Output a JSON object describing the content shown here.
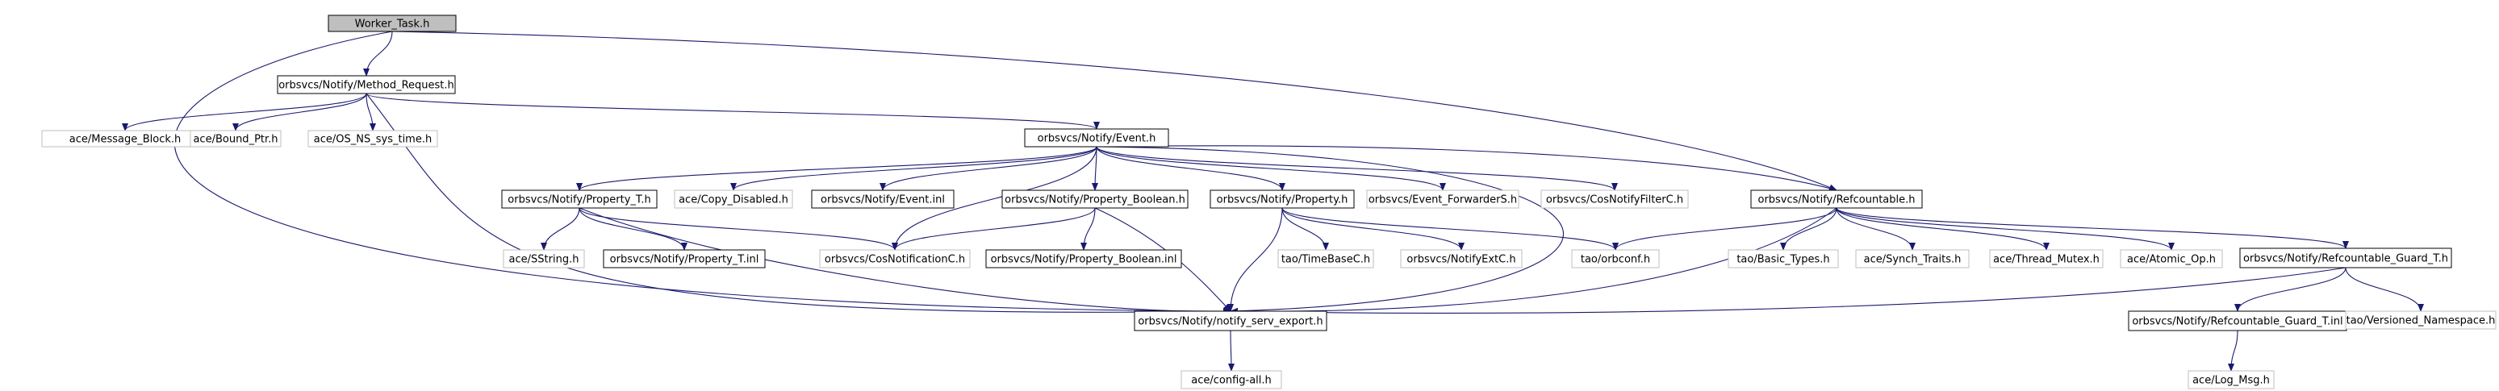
{
  "colors": {
    "edge": "#191970",
    "node_border": "#000000",
    "undocumented_border": "#bfbfbf",
    "root_fill": "#bfbfbf",
    "node_fill": "#ffffff"
  },
  "nodes": [
    {
      "id": "worker_task",
      "label": "Worker_Task.h",
      "style": "root"
    },
    {
      "id": "method_request",
      "label": "orbsvcs/Notify/Method_Request.h",
      "style": "documented"
    },
    {
      "id": "message_block",
      "label": "ace/Message_Block.h",
      "style": "external"
    },
    {
      "id": "bound_ptr",
      "label": "ace/Bound_Ptr.h",
      "style": "external"
    },
    {
      "id": "os_ns_sys_time",
      "label": "ace/OS_NS_sys_time.h",
      "style": "external"
    },
    {
      "id": "event",
      "label": "orbsvcs/Notify/Event.h",
      "style": "documented"
    },
    {
      "id": "property_t",
      "label": "orbsvcs/Notify/Property_T.h",
      "style": "documented"
    },
    {
      "id": "copy_disabled",
      "label": "ace/Copy_Disabled.h",
      "style": "external"
    },
    {
      "id": "event_inl",
      "label": "orbsvcs/Notify/Event.inl",
      "style": "documented"
    },
    {
      "id": "property_boolean",
      "label": "orbsvcs/Notify/Property_Boolean.h",
      "style": "documented"
    },
    {
      "id": "property",
      "label": "orbsvcs/Notify/Property.h",
      "style": "documented"
    },
    {
      "id": "event_forwarders",
      "label": "orbsvcs/Event_ForwarderS.h",
      "style": "external"
    },
    {
      "id": "cosnotifyfilterc",
      "label": "orbsvcs/CosNotifyFilterC.h",
      "style": "external"
    },
    {
      "id": "refcountable",
      "label": "orbsvcs/Notify/Refcountable.h",
      "style": "documented"
    },
    {
      "id": "sstring",
      "label": "ace/SString.h",
      "style": "external"
    },
    {
      "id": "property_t_inl",
      "label": "orbsvcs/Notify/Property_T.inl",
      "style": "documented"
    },
    {
      "id": "cosnotificationc",
      "label": "orbsvcs/CosNotificationC.h",
      "style": "external"
    },
    {
      "id": "property_boolean_inl",
      "label": "orbsvcs/Notify/Property_Boolean.inl",
      "style": "documented"
    },
    {
      "id": "timebasec",
      "label": "tao/TimeBaseC.h",
      "style": "external"
    },
    {
      "id": "notifyextc",
      "label": "orbsvcs/NotifyExtC.h",
      "style": "external"
    },
    {
      "id": "orbconf",
      "label": "tao/orbconf.h",
      "style": "external"
    },
    {
      "id": "basic_types",
      "label": "tao/Basic_Types.h",
      "style": "external"
    },
    {
      "id": "synch_traits",
      "label": "ace/Synch_Traits.h",
      "style": "external"
    },
    {
      "id": "thread_mutex",
      "label": "ace/Thread_Mutex.h",
      "style": "external"
    },
    {
      "id": "atomic_op",
      "label": "ace/Atomic_Op.h",
      "style": "external"
    },
    {
      "id": "refcountable_guard_t",
      "label": "orbsvcs/Notify/Refcountable_Guard_T.h",
      "style": "documented"
    },
    {
      "id": "notify_serv_export",
      "label": "orbsvcs/Notify/notify_serv_export.h",
      "style": "documented"
    },
    {
      "id": "refcountable_guard_t_inl",
      "label": "orbsvcs/Notify/Refcountable_Guard_T.inl",
      "style": "documented"
    },
    {
      "id": "versioned_namespace",
      "label": "tao/Versioned_Namespace.h",
      "style": "external"
    },
    {
      "id": "config_all",
      "label": "ace/config-all.h",
      "style": "external"
    },
    {
      "id": "log_msg",
      "label": "ace/Log_Msg.h",
      "style": "external"
    }
  ],
  "edges": [
    [
      "worker_task",
      "method_request"
    ],
    [
      "worker_task",
      "refcountable"
    ],
    [
      "worker_task",
      "notify_serv_export"
    ],
    [
      "method_request",
      "message_block"
    ],
    [
      "method_request",
      "bound_ptr"
    ],
    [
      "method_request",
      "os_ns_sys_time"
    ],
    [
      "method_request",
      "event"
    ],
    [
      "method_request",
      "notify_serv_export"
    ],
    [
      "event",
      "property_t"
    ],
    [
      "event",
      "copy_disabled"
    ],
    [
      "event",
      "event_inl"
    ],
    [
      "event",
      "property_boolean"
    ],
    [
      "event",
      "property"
    ],
    [
      "event",
      "event_forwarders"
    ],
    [
      "event",
      "cosnotifyfilterc"
    ],
    [
      "event",
      "refcountable"
    ],
    [
      "event",
      "cosnotificationc"
    ],
    [
      "event",
      "notify_serv_export"
    ],
    [
      "property_t",
      "sstring"
    ],
    [
      "property_t",
      "property_t_inl"
    ],
    [
      "property_t",
      "cosnotificationc"
    ],
    [
      "property_t",
      "notify_serv_export"
    ],
    [
      "property_boolean",
      "property_boolean_inl"
    ],
    [
      "property_boolean",
      "cosnotificationc"
    ],
    [
      "property_boolean",
      "notify_serv_export"
    ],
    [
      "property",
      "timebasec"
    ],
    [
      "property",
      "notifyextc"
    ],
    [
      "property",
      "orbconf"
    ],
    [
      "property",
      "notify_serv_export"
    ],
    [
      "refcountable",
      "orbconf"
    ],
    [
      "refcountable",
      "basic_types"
    ],
    [
      "refcountable",
      "synch_traits"
    ],
    [
      "refcountable",
      "thread_mutex"
    ],
    [
      "refcountable",
      "atomic_op"
    ],
    [
      "refcountable",
      "refcountable_guard_t"
    ],
    [
      "refcountable",
      "notify_serv_export"
    ],
    [
      "refcountable_guard_t",
      "notify_serv_export"
    ],
    [
      "refcountable_guard_t",
      "refcountable_guard_t_inl"
    ],
    [
      "refcountable_guard_t",
      "versioned_namespace"
    ],
    [
      "notify_serv_export",
      "config_all"
    ],
    [
      "refcountable_guard_t_inl",
      "log_msg"
    ]
  ]
}
